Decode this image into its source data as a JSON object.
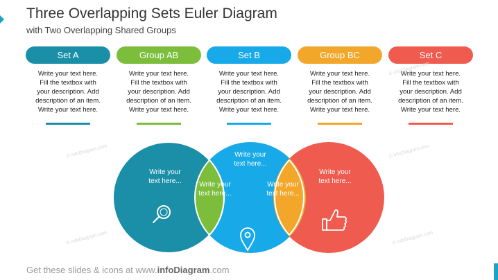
{
  "title": "Three Overlapping Sets Euler Diagram",
  "subtitle": "with Two Overlapping Shared Groups",
  "colors": {
    "set_a": "#1b8fa8",
    "group_ab": "#7cbd3c",
    "set_b": "#17a9e8",
    "group_bc": "#f2a72b",
    "set_c": "#ef5b4f"
  },
  "columns": [
    {
      "label": "Set A",
      "desc": [
        "Write your text here.",
        "Fill the textbox with",
        "your description. Add",
        "description of an item.",
        "Write your text here."
      ]
    },
    {
      "label": "Group AB",
      "desc": [
        "Write your text here.",
        "Fill the textbox with",
        "your description. Add",
        "description of an item.",
        "Write your text here."
      ]
    },
    {
      "label": "Set B",
      "desc": [
        "Write your text here.",
        "Fill the textbox with",
        "your description. Add",
        "description of an item.",
        "Write your text here."
      ]
    },
    {
      "label": "Group BC",
      "desc": [
        "Write your text here.",
        "Fill the textbox with",
        "your description. Add",
        "description of an item.",
        "Write your text here."
      ]
    },
    {
      "label": "Set C",
      "desc": [
        "Write your text here.",
        "Fill the textbox with",
        "your description. Add",
        "description of an item.",
        "Write your text here."
      ]
    }
  ],
  "diagram": {
    "set_a_text": [
      "Write your",
      "text here..."
    ],
    "group_ab_text": [
      "Write your",
      "text here..."
    ],
    "set_b_text": [
      "Write your",
      "text here..."
    ],
    "group_bc_text": [
      "Write your",
      "text here..."
    ],
    "set_c_text": [
      "Write your",
      "text here..."
    ],
    "icons": {
      "set_a": "search-icon",
      "set_b": "location-pin-icon",
      "set_c": "thumbs-up-icon"
    }
  },
  "watermark": "© infoDiagram.com",
  "footer": {
    "prefix": "Get these slides & icons at www.",
    "brand": "infoDiagram",
    "suffix": ".com"
  }
}
